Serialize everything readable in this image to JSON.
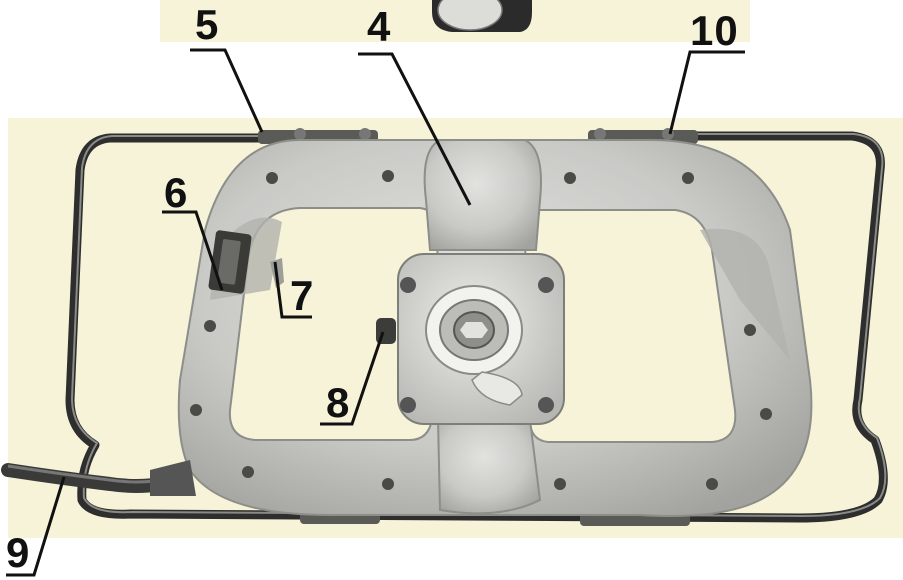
{
  "labels": {
    "l4": "4",
    "l5": "5",
    "l6": "6",
    "l7": "7",
    "l8": "8",
    "l9": "9",
    "l10": "10"
  },
  "colors": {
    "photo_background": "#f7f3d8",
    "housing": "#c9c9c6",
    "housing_shadow": "#9a9a96",
    "frame_wire": "#2e2e2e",
    "leader_line": "#111111"
  }
}
